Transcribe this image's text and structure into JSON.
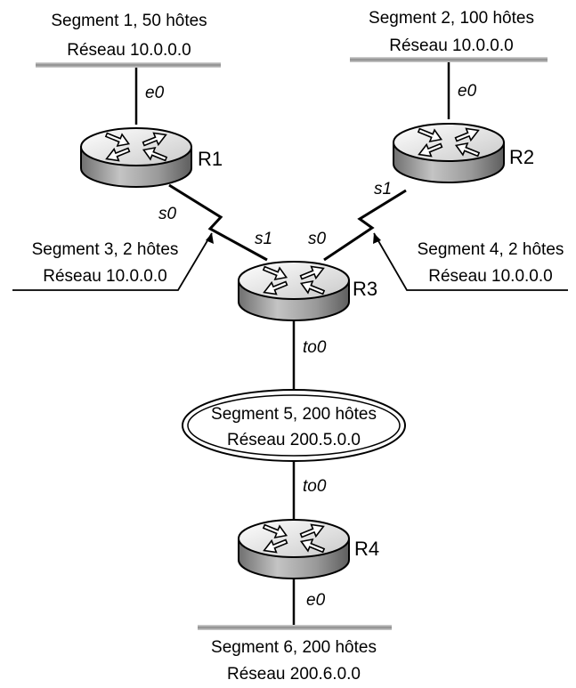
{
  "segments": [
    {
      "line1": "Segment 1, 50 hôtes",
      "line2": "Réseau 10.0.0.0"
    },
    {
      "line1": "Segment 2, 100 hôtes",
      "line2": "Réseau 10.0.0.0"
    },
    {
      "line1": "Segment 3, 2 hôtes",
      "line2": "Réseau 10.0.0.0"
    },
    {
      "line1": "Segment 4, 2 hôtes",
      "line2": "Réseau 10.0.0.0"
    },
    {
      "line1": "Segment 5, 200 hôtes",
      "line2": "Réseau 200.5.0.0"
    },
    {
      "line1": "Segment 6, 200 hôtes",
      "line2": "Réseau 200.6.0.0"
    }
  ],
  "routers": [
    {
      "name": "R1"
    },
    {
      "name": "R2"
    },
    {
      "name": "R3"
    },
    {
      "name": "R4"
    }
  ],
  "interfaces": {
    "r1_e0": "e0",
    "r1_s0": "s0",
    "r2_e0": "e0",
    "r2_s1": "s1",
    "r3_s1": "s1",
    "r3_s0": "s0",
    "r3_to0": "to0",
    "r4_to0": "to0",
    "r4_e0": "e0"
  }
}
